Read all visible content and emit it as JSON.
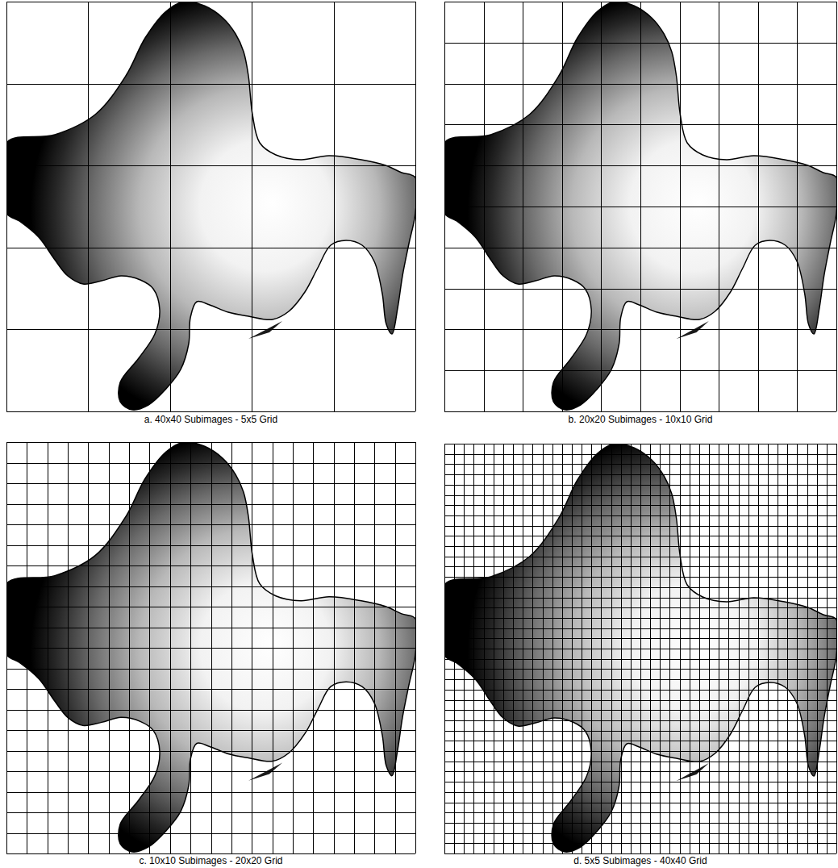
{
  "diagram": {
    "labels": [
      "a. 40x40 Subimages - 5x5 Grid",
      "b. 20x20 Subimages - 10x10 Grid",
      "c. 10x10 Subimages - 20x20 Grid",
      "d. 5x5 Subimages - 40x40 Grid"
    ]
  }
}
